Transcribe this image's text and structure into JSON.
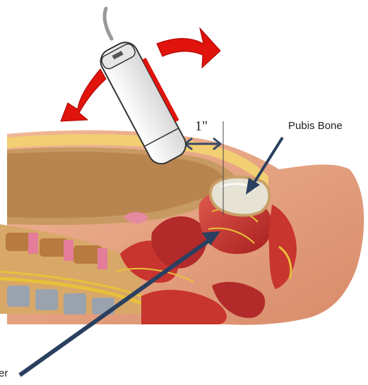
{
  "labels": {
    "pubis": "Pubis Bone",
    "bladder_partial": "er",
    "distance": "1\""
  },
  "colors": {
    "arrow_red": "#e0140c",
    "pointer_arrow": "#2b4060",
    "skin": "#e9a98a",
    "muscle": "#c8352e",
    "bone": "#d6a566",
    "nerve": "#e8c03a",
    "probe_body": "#f4f4f4"
  },
  "icons": {
    "rotate_left": "curved-arrow-left-icon",
    "rotate_right": "curved-arrow-right-icon",
    "probe": "ultrasound-probe-icon"
  }
}
